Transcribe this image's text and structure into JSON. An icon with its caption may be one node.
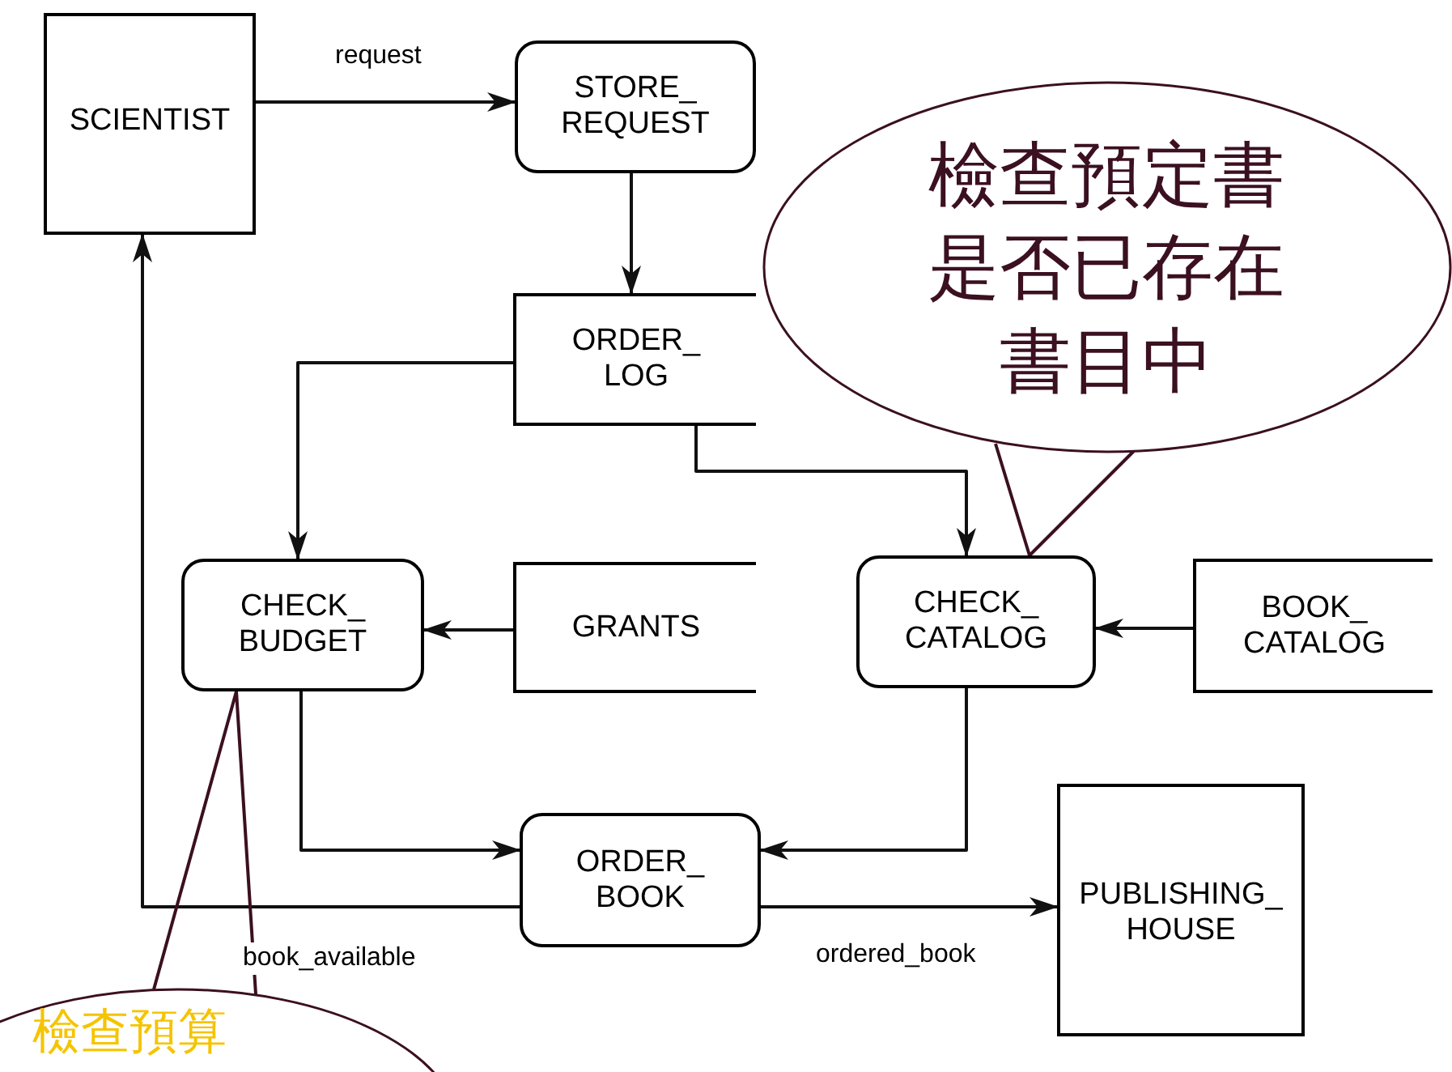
{
  "diagram": {
    "nodes": [
      {
        "text": [
          "SCIENTIST"
        ]
      },
      {
        "text": [
          "STORE_ REQUEST"
        ]
      },
      {
        "text": [
          "ORDER_ LOG"
        ]
      },
      {
        "text": [
          "檢查預定書是否已存在書目中"
        ]
      },
      {
        "text": [
          "CHECK_ BUDGET"
        ]
      },
      {
        "text": [
          "GRANTS"
        ]
      },
      {
        "text": [
          "CHECK_ CATALOG"
        ]
      },
      {
        "text": [
          "BOOK_ CATALOG"
        ]
      },
      {
        "text": [
          "ORDER_ BOOK"
        ]
      },
      {
        "text": [
          "PUBLISHING_ HOUSE"
        ]
      },
      {
        "text": [
          "檢查預算"
        ]
      }
    ],
    "edges": [
      {
        "from": 0,
        "to": 1,
        "arrow": "to",
        "label": "request"
      },
      {
        "from": 1,
        "to": 2,
        "arrow": "to"
      },
      {
        "from": 2,
        "to": 4,
        "arrow": "to"
      },
      {
        "from": 2,
        "to": 6,
        "arrow": "to"
      },
      {
        "from": 5,
        "to": 4,
        "arrow": "to"
      },
      {
        "from": 7,
        "to": 6,
        "arrow": "to"
      },
      {
        "from": 4,
        "to": 8,
        "arrow": "to"
      },
      {
        "from": 6,
        "to": 8,
        "arrow": "to"
      },
      {
        "from": 8,
        "to": 0,
        "arrow": "to",
        "label": "book_available"
      },
      {
        "from": 8,
        "to": 9,
        "arrow": "to",
        "label": "ordered_book"
      },
      {
        "from": 3,
        "to": 6,
        "arrow": "none",
        "color": "#3b1020"
      },
      {
        "from": 10,
        "to": 4,
        "arrow": "none",
        "color": "#3b1020"
      }
    ]
  }
}
